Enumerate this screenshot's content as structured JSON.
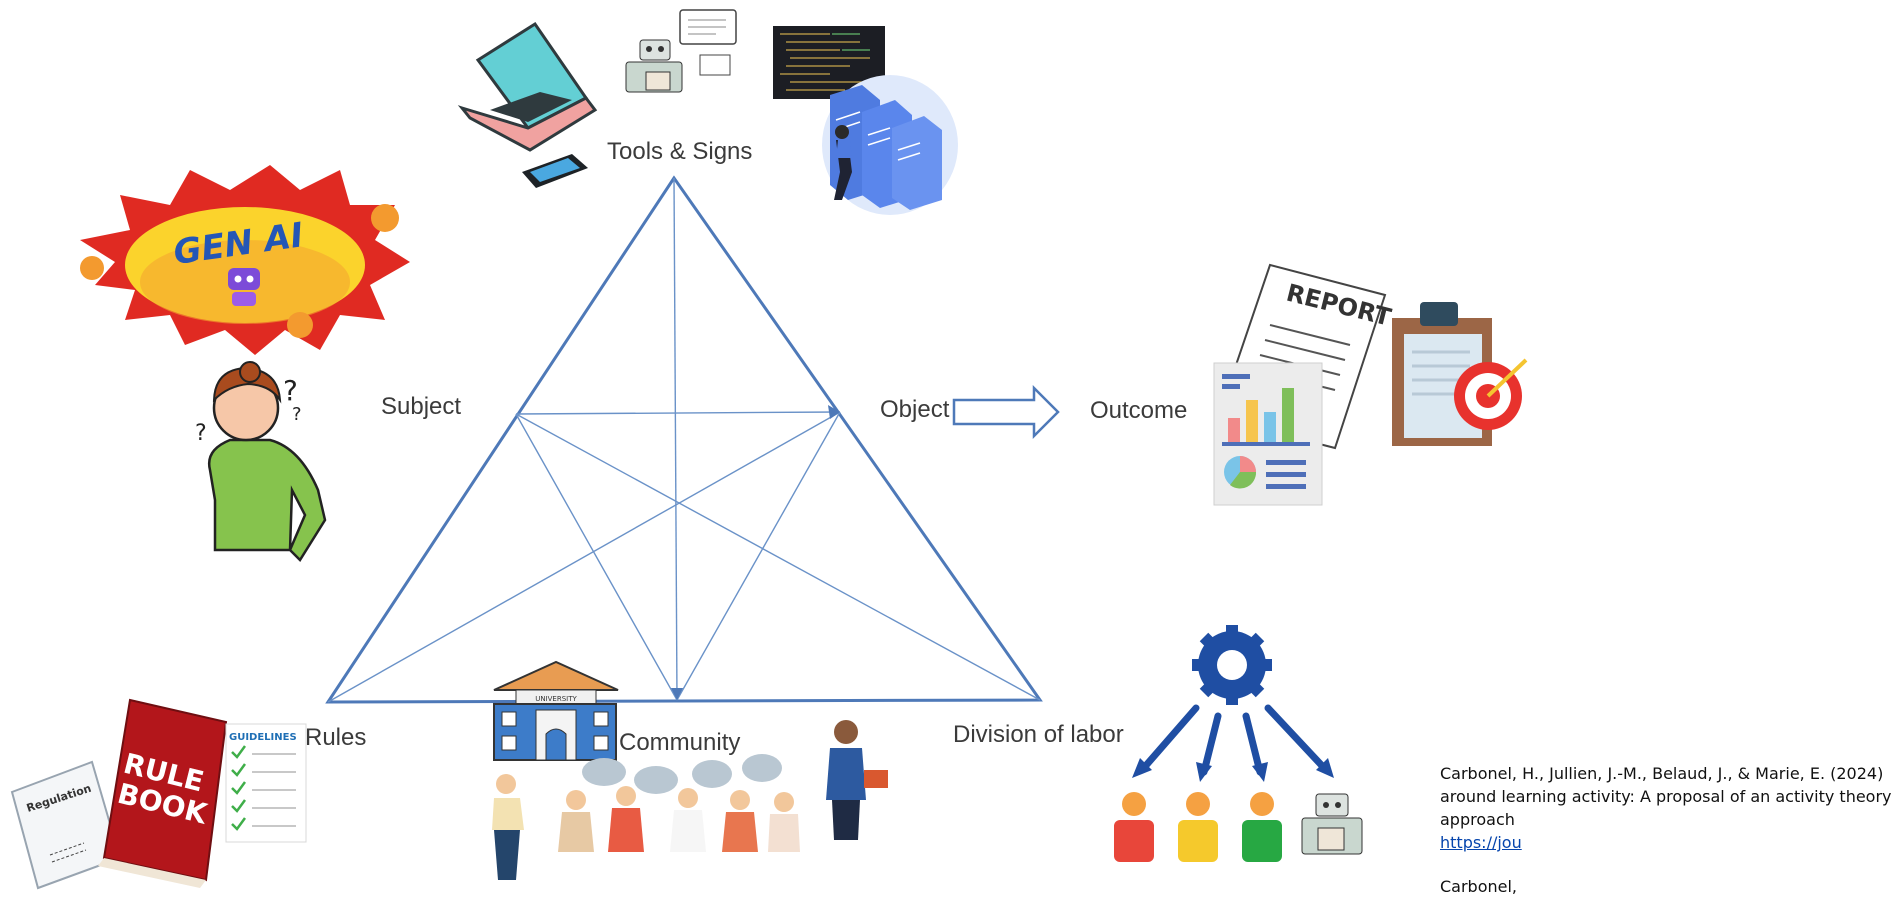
{
  "labels": {
    "tools_signs": "Tools & Signs",
    "subject": "Subject",
    "object": "Object",
    "outcome": "Outcome",
    "rules": "Rules",
    "community": "Community",
    "division_of_labor": "Division of labor"
  },
  "illustration_text": {
    "gen_ai": "GEN AI",
    "report": "REPORT",
    "rule_book_1": "RULE",
    "rule_book_2": "BOOK",
    "guidelines": "GUIDELINES",
    "regulation": "Regulation",
    "university": "UNIVERSITY"
  },
  "citation": {
    "line1": "Carbonel, H., Jullien, J.-M., Belaud, J., & Marie, E. (2024)",
    "line2": "around learning activity: A proposal of an activity theory",
    "line3": "approach",
    "link": "https://jou",
    "line5": "Carbonel,"
  },
  "colors": {
    "triangle": "#4e79b8",
    "arrow": "#4e79b8",
    "label_text": "#3b3b3b"
  }
}
